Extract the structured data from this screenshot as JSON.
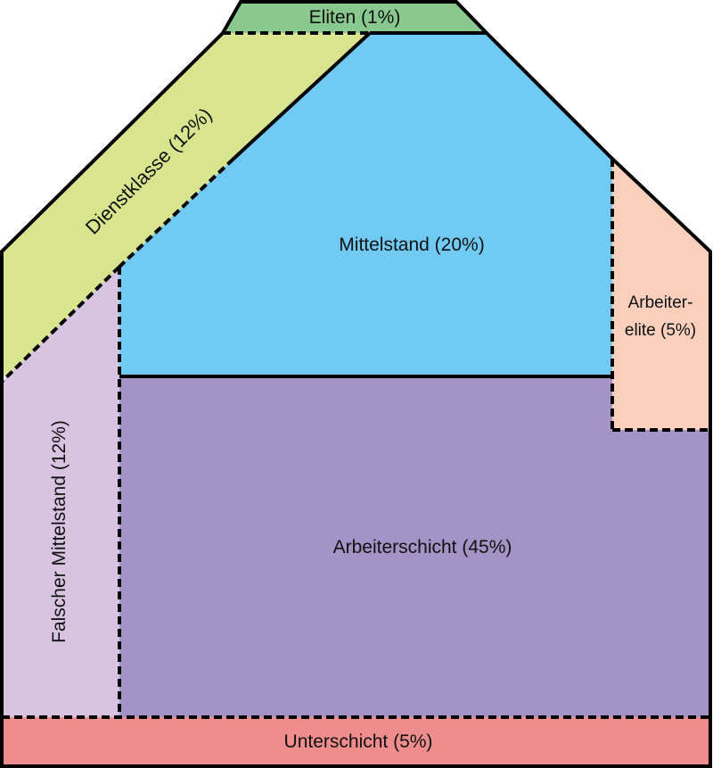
{
  "diagram": {
    "regions": [
      {
        "id": "eliten",
        "label": "Eliten (1%)",
        "color": "#89C88F"
      },
      {
        "id": "dienstklasse",
        "label": "Dienstklasse (12%)",
        "color": "#D8E58E"
      },
      {
        "id": "mittelstand",
        "label": "Mittelstand (20%)",
        "color": "#70CAF3"
      },
      {
        "id": "arbeiterelite",
        "label_line1": "Arbeiter-",
        "label_line2": "elite (5%)",
        "color": "#FAD0BD"
      },
      {
        "id": "falscher_mittelstand",
        "label": "Falscher Mittelstand (12%)",
        "color": "#D8C3E0"
      },
      {
        "id": "arbeiterschicht",
        "label": "Arbeiterschicht (45%)",
        "color": "#A493C7"
      },
      {
        "id": "unterschicht",
        "label": "Unterschicht (5%)",
        "color": "#EF8D8E"
      }
    ],
    "outline_color": "#000000"
  }
}
